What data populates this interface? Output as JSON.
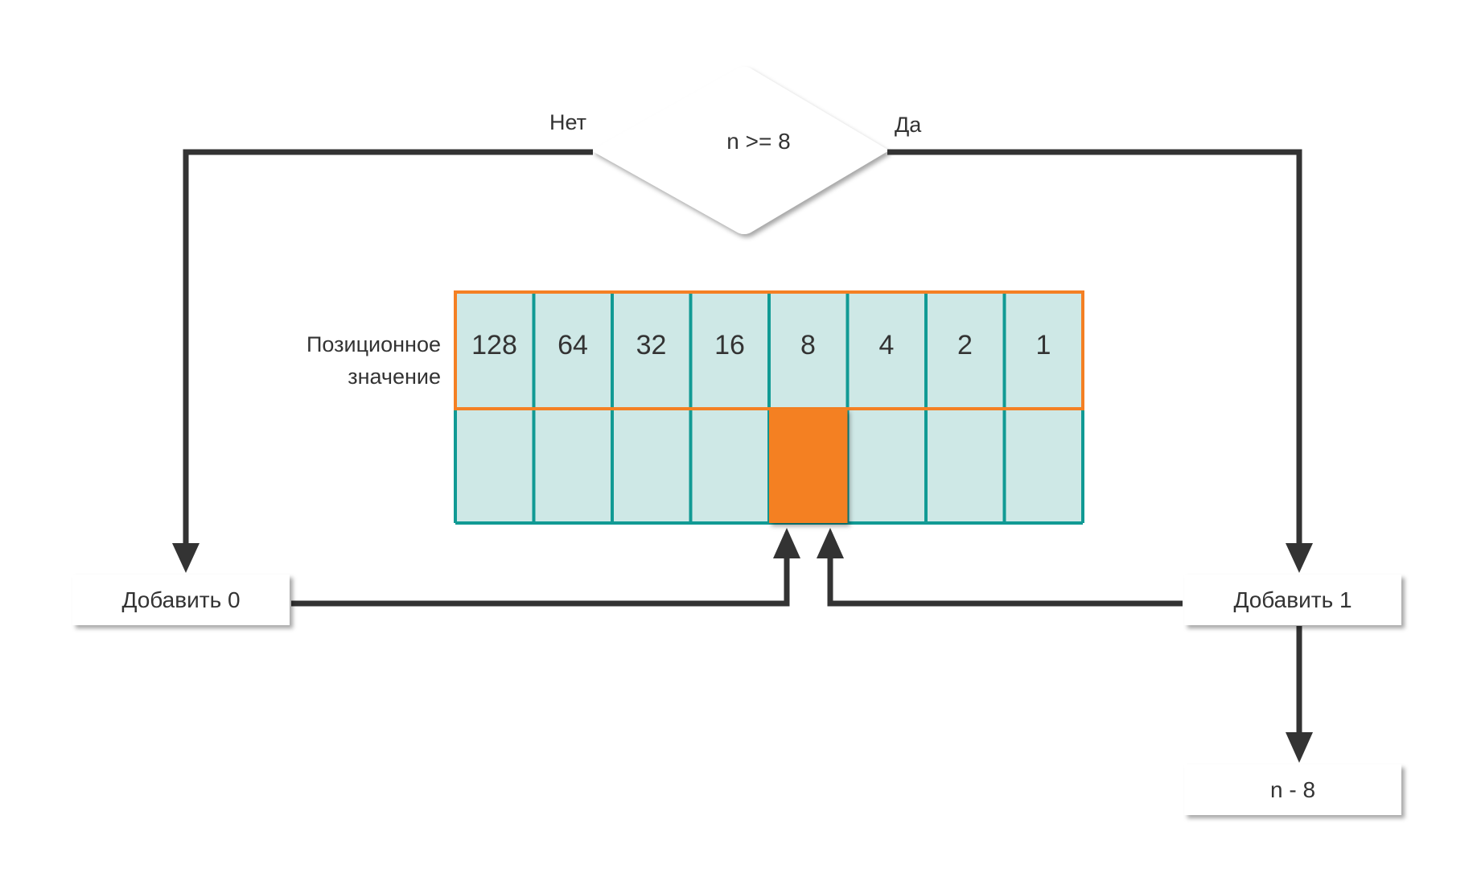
{
  "decision": {
    "condition": "n >= 8",
    "no_label": "Нет",
    "yes_label": "Да"
  },
  "register": {
    "label_line1": "Позиционное",
    "label_line2": "значение",
    "positions": [
      "128",
      "64",
      "32",
      "16",
      "8",
      "4",
      "2",
      "1"
    ],
    "highlighted_index": 4
  },
  "boxes": {
    "add_zero": "Добавить 0",
    "add_one": "Добавить 1",
    "subtract": "n - 8"
  },
  "colors": {
    "orange": "#f48024",
    "teal": "#119a94",
    "cell_fill": "#cee8e6",
    "line": "#333333"
  }
}
